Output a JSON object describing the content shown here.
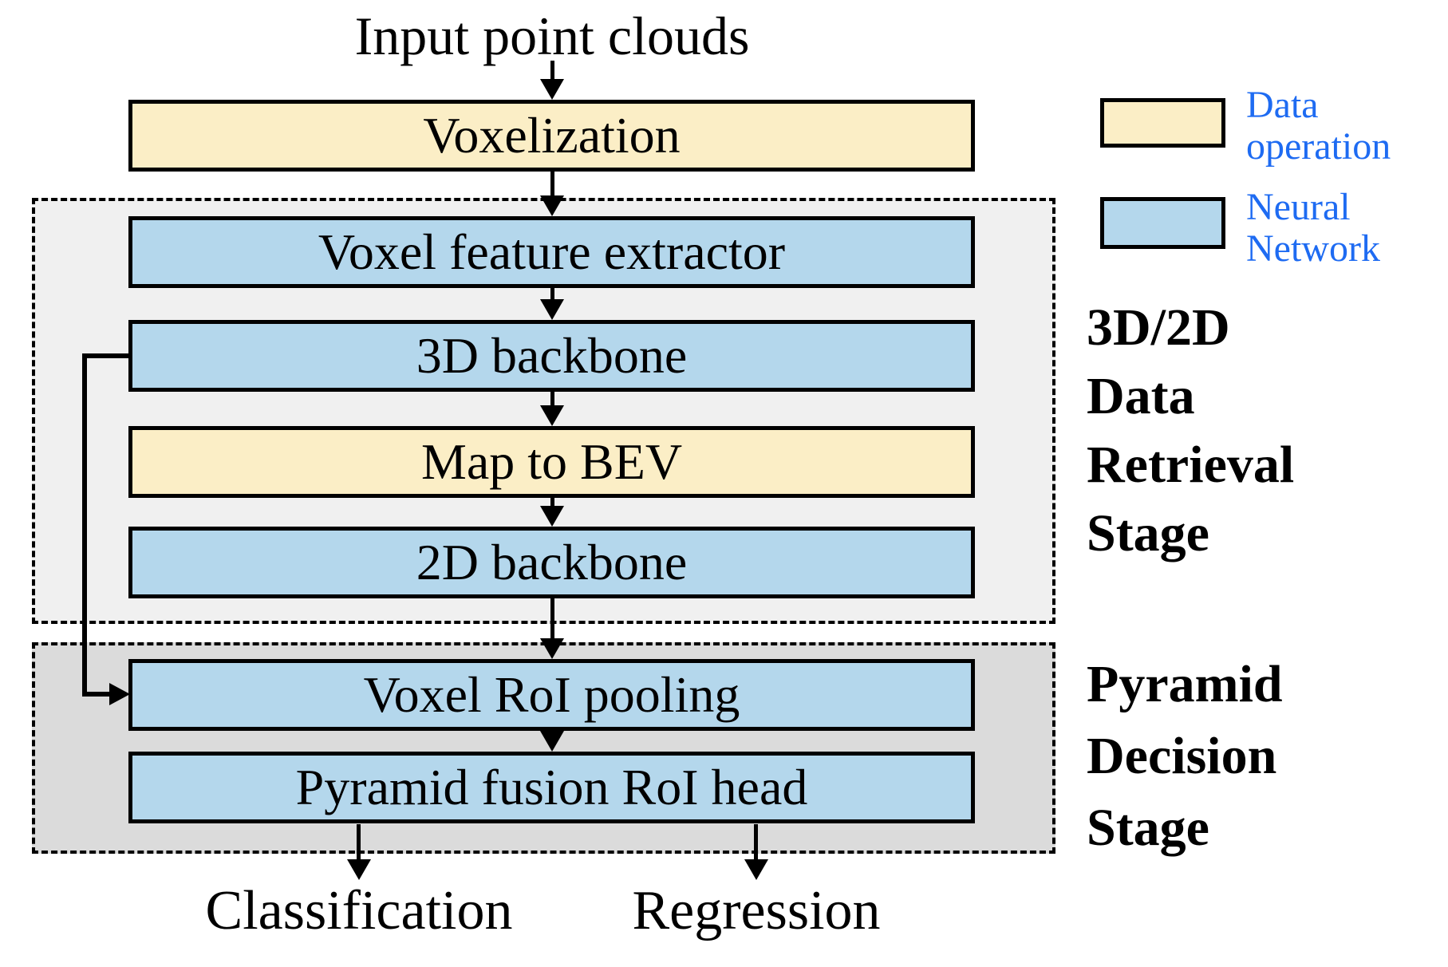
{
  "title": "Input point clouds",
  "boxes": [
    {
      "id": "voxelization",
      "label": "Voxelization",
      "type": "data-operation"
    },
    {
      "id": "voxel-feature-extractor",
      "label": "Voxel feature extractor",
      "type": "neural-network"
    },
    {
      "id": "backbone-3d",
      "label": "3D backbone",
      "type": "neural-network"
    },
    {
      "id": "map-to-bev",
      "label": "Map to BEV",
      "type": "data-operation"
    },
    {
      "id": "backbone-2d",
      "label": "2D backbone",
      "type": "neural-network"
    },
    {
      "id": "voxel-roi-pooling",
      "label": "Voxel RoI pooling",
      "type": "neural-network"
    },
    {
      "id": "pyramid-fusion-roi-head",
      "label": "Pyramid fusion RoI head",
      "type": "neural-network"
    }
  ],
  "stages": [
    {
      "lines": [
        "3D/2D",
        "Data",
        "Retrieval",
        "Stage"
      ]
    },
    {
      "lines": [
        "Pyramid",
        "Decision",
        "Stage"
      ]
    }
  ],
  "outputs": [
    {
      "label": "Classification"
    },
    {
      "label": "Regression"
    }
  ],
  "legend": {
    "items": [
      {
        "swatch": "data-operation-swatch",
        "lines": [
          "Data",
          "operation"
        ]
      },
      {
        "swatch": "neural-network-swatch",
        "lines": [
          "Neural",
          "Network"
        ]
      }
    ]
  },
  "colors": {
    "data_operation_fill": "#FBEEC6",
    "neural_network_fill": "#B4D7EC",
    "retrieval_stage_bg": "#F0F0F0",
    "decision_stage_bg": "#DBDBDB",
    "legend_text": "#1E6BF2",
    "line": "#000000",
    "background": "#FFFFFF"
  }
}
